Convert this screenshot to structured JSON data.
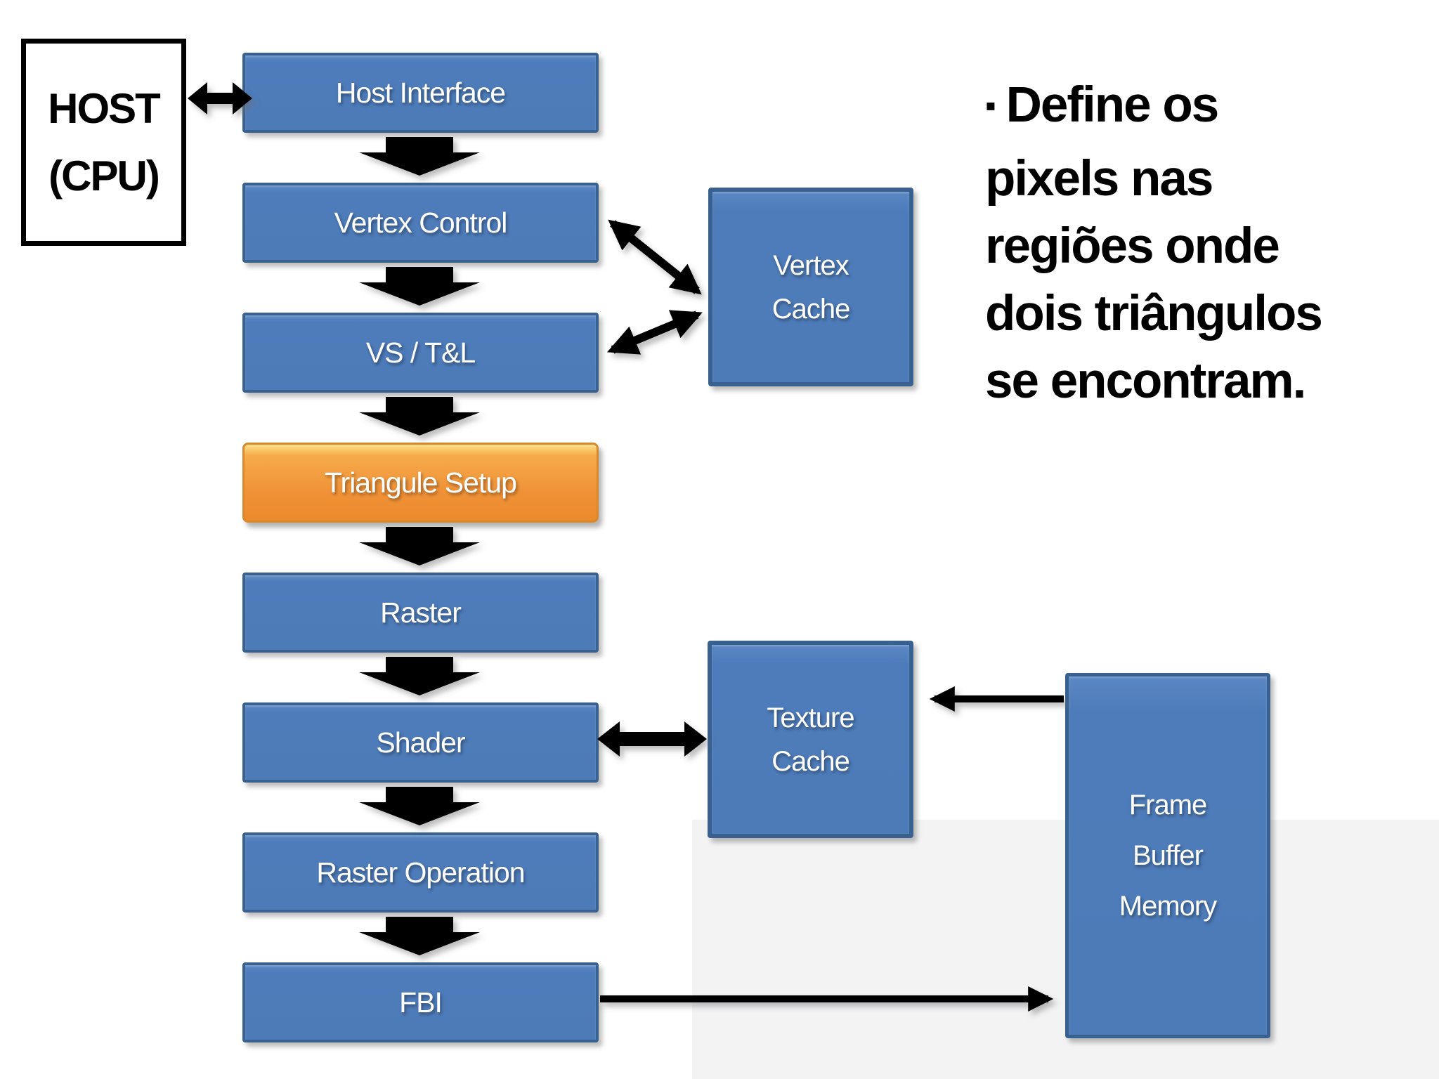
{
  "slide": {
    "type": "gpu-pipeline-flowchart"
  },
  "colors": {
    "background": "#ffffff",
    "box_blue_fill": "#4e7cba",
    "box_blue_border": "#38618f",
    "box_orange_fill": "#f09238",
    "box_orange_border": "#d8882f",
    "host_box_border": "#000000",
    "box_text": "#ffffff",
    "arrow_color": "#000000",
    "side_text_color": "#000000",
    "panel_gray": "#f3f3f4"
  },
  "host_cpu": {
    "lines": [
      "HOST",
      "(CPU)"
    ]
  },
  "pipeline": [
    {
      "label": "Host Interface",
      "variant": "blue"
    },
    {
      "label": "Vertex Control",
      "variant": "blue"
    },
    {
      "label": "VS / T&L",
      "variant": "blue"
    },
    {
      "label": "Triangule Setup",
      "variant": "orange"
    },
    {
      "label": "Raster",
      "variant": "blue"
    },
    {
      "label": "Shader",
      "variant": "blue"
    },
    {
      "label": "Raster Operation",
      "variant": "blue"
    },
    {
      "label": "FBI",
      "variant": "blue"
    }
  ],
  "caches": {
    "vertex_cache": {
      "lines": [
        "Vertex",
        "Cache"
      ]
    },
    "texture_cache": {
      "lines": [
        "Texture",
        "Cache"
      ]
    },
    "frame_buffer_memory": {
      "lines": [
        "Frame",
        "Buffer",
        "Memory"
      ]
    }
  },
  "connections": [
    "HOST (CPU) <-> Host Interface",
    "Host Interface -> Vertex Control",
    "Vertex Control -> VS / T&L",
    "Vertex Control <-> Vertex Cache",
    "VS / T&L <-> Vertex Cache",
    "VS / T&L -> Triangule Setup",
    "Triangule Setup -> Raster",
    "Raster -> Shader",
    "Shader <-> Texture Cache",
    "Shader -> Raster Operation",
    "Frame Buffer Memory -> Texture Cache",
    "Raster Operation -> FBI",
    "FBI -> Frame Buffer Memory"
  ],
  "side_note": {
    "bullet": "▪",
    "lines": [
      "Define os",
      "pixels nas",
      "regiões onde",
      "dois triângulos",
      "se encontram."
    ]
  }
}
